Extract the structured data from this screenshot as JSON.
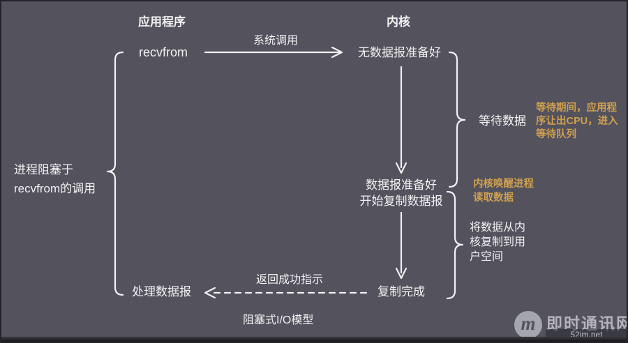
{
  "colors": {
    "background": "#53525d",
    "text": "#f2f2f3",
    "accent_orange": "#cfa050",
    "footer_strip": "#2c2c31"
  },
  "headers": {
    "application": "应用程序",
    "kernel": "内核"
  },
  "nodes": {
    "recvfrom": "recvfrom",
    "no_datagram_ready": "无数据报准备好",
    "datagram_ready_line1": "数据报准备好",
    "datagram_ready_line2": "开始复制数据报",
    "copy_complete": "复制完成",
    "process_datagram": "处理数据报"
  },
  "arrows": {
    "system_call": "系统调用",
    "return_success": "返回成功指示"
  },
  "annotations": {
    "blocked_line1": "进程阻塞于",
    "blocked_line2": "recvfrom的调用",
    "wait_data": "等待数据",
    "wait_note_line1": "等待期间，应用程",
    "wait_note_line2": "序让出CPU，进入",
    "wait_note_line3": "等待队列",
    "wake_note_line1": "内核唤醒进程",
    "wake_note_line2": "读取数据",
    "copy_note_line1": "将数据从内",
    "copy_note_line2": "核复制到用",
    "copy_note_line3": "户空间"
  },
  "caption": "阻塞式I/O模型",
  "watermark": {
    "logo_letter": "m",
    "site_name": "即时通讯网",
    "site_url": "52im.net"
  }
}
